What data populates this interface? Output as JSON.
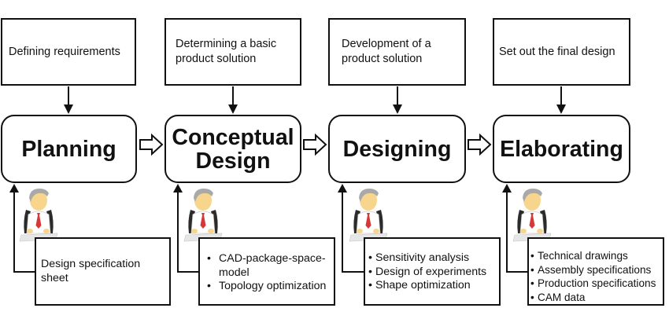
{
  "diagram": {
    "stages": [
      {
        "name": "Planning",
        "task": "Defining requirements",
        "outputs_style": "plain",
        "outputs": [
          "Design specification\nsheet"
        ]
      },
      {
        "name": "Conceptual\nDesign",
        "task": "Determining a basic\nproduct solution",
        "outputs_style": "bullets",
        "outputs": [
          "CAD-package-space-\nmodel",
          "Topology optimization"
        ]
      },
      {
        "name": "Designing",
        "task": "Development of a\nproduct solution",
        "outputs_style": "bullets",
        "outputs": [
          "Sensitivity analysis",
          "Design of experiments",
          "Shape optimization"
        ]
      },
      {
        "name": "Elaborating",
        "task": "Set out the final design",
        "outputs_style": "bullets",
        "outputs": [
          "Technical drawings",
          "Assembly specifications",
          "Production specifications",
          "CAM data"
        ]
      }
    ],
    "icons": {
      "person": "engineer-at-keyboard-icon",
      "flow_arrow": "hollow-right-arrow-icon",
      "task_arrow": "down-arrow-icon",
      "feedback_arrow": "up-arrow-icon"
    },
    "colors": {
      "line": "#111111",
      "face": "#f7d58c",
      "hair": "#a9a9a9",
      "tie": "#d63838",
      "chair": "#2b2b2b",
      "keyboard": "#e6e6e6"
    }
  }
}
